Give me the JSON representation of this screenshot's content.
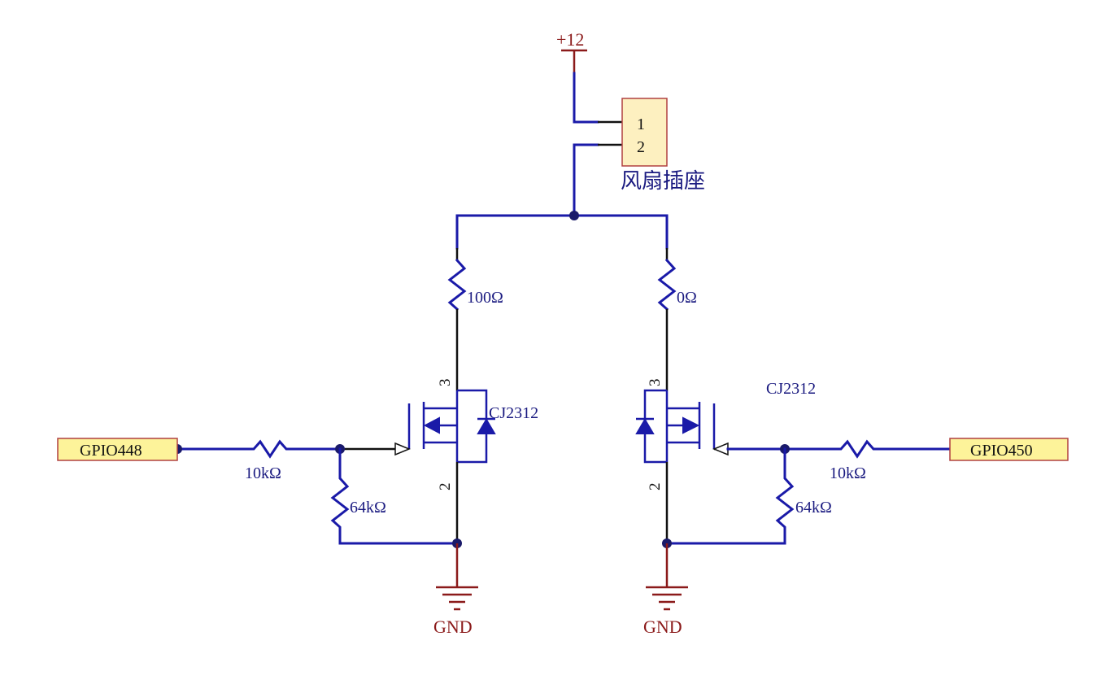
{
  "power": {
    "vcc_label": "+12",
    "gnd_left": "GND",
    "gnd_right": "GND"
  },
  "connector": {
    "pin1": "1",
    "pin2": "2",
    "label": "风扇插座"
  },
  "resistors": {
    "r_drain_left": "100Ω",
    "r_drain_right": "0Ω",
    "r_gate_left": "10kΩ",
    "r_gate_right": "10kΩ",
    "r_pd_left": "64kΩ",
    "r_pd_right": "64kΩ"
  },
  "mosfets": {
    "left": {
      "part": "CJ2312",
      "pin_drain": "3",
      "pin_source": "2"
    },
    "right": {
      "part": "CJ2312",
      "pin_drain": "3",
      "pin_source": "2"
    }
  },
  "ports": {
    "left": "GPIO448",
    "right": "GPIO450"
  },
  "colors": {
    "wire": "#1a1aa8",
    "power": "#8b1a1a",
    "port_fill": "#fdf39a",
    "connector_fill": "#fdf0c0"
  }
}
